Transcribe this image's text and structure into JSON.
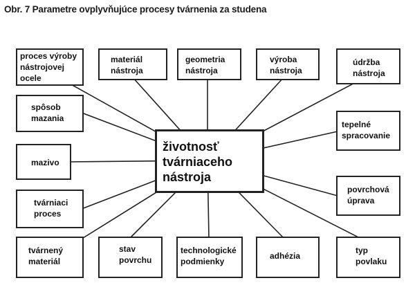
{
  "title": "Obr. 7 Parametre ovplyvňujúce procesy tvárnenia za studena",
  "center": [
    "životnosť",
    "tvárniaceho",
    "nástroja"
  ],
  "boxes": {
    "b1": [
      "proces výroby",
      "nástrojovej",
      "ocele"
    ],
    "b2": [
      "materiál",
      "nástroja"
    ],
    "b3": [
      "geometria",
      "nástroja"
    ],
    "b4": [
      "výroba",
      "nástroja"
    ],
    "b5": [
      "údržba",
      "nástroja"
    ],
    "b6": [
      "spôsob",
      "mazania"
    ],
    "b7": [
      "tepelné",
      "spracovanie"
    ],
    "b8": [
      "mazivo"
    ],
    "b9": [
      "tvárniaci",
      "proces"
    ],
    "b10": [
      "povrchová",
      "úprava"
    ],
    "b11": [
      "tvárnený",
      "materiál"
    ],
    "b12": [
      "stav",
      "povrchu"
    ],
    "b13": [
      "technologické",
      "podmienky"
    ],
    "b14": [
      "adhézia"
    ],
    "b15": [
      "typ",
      "povlaku"
    ]
  }
}
